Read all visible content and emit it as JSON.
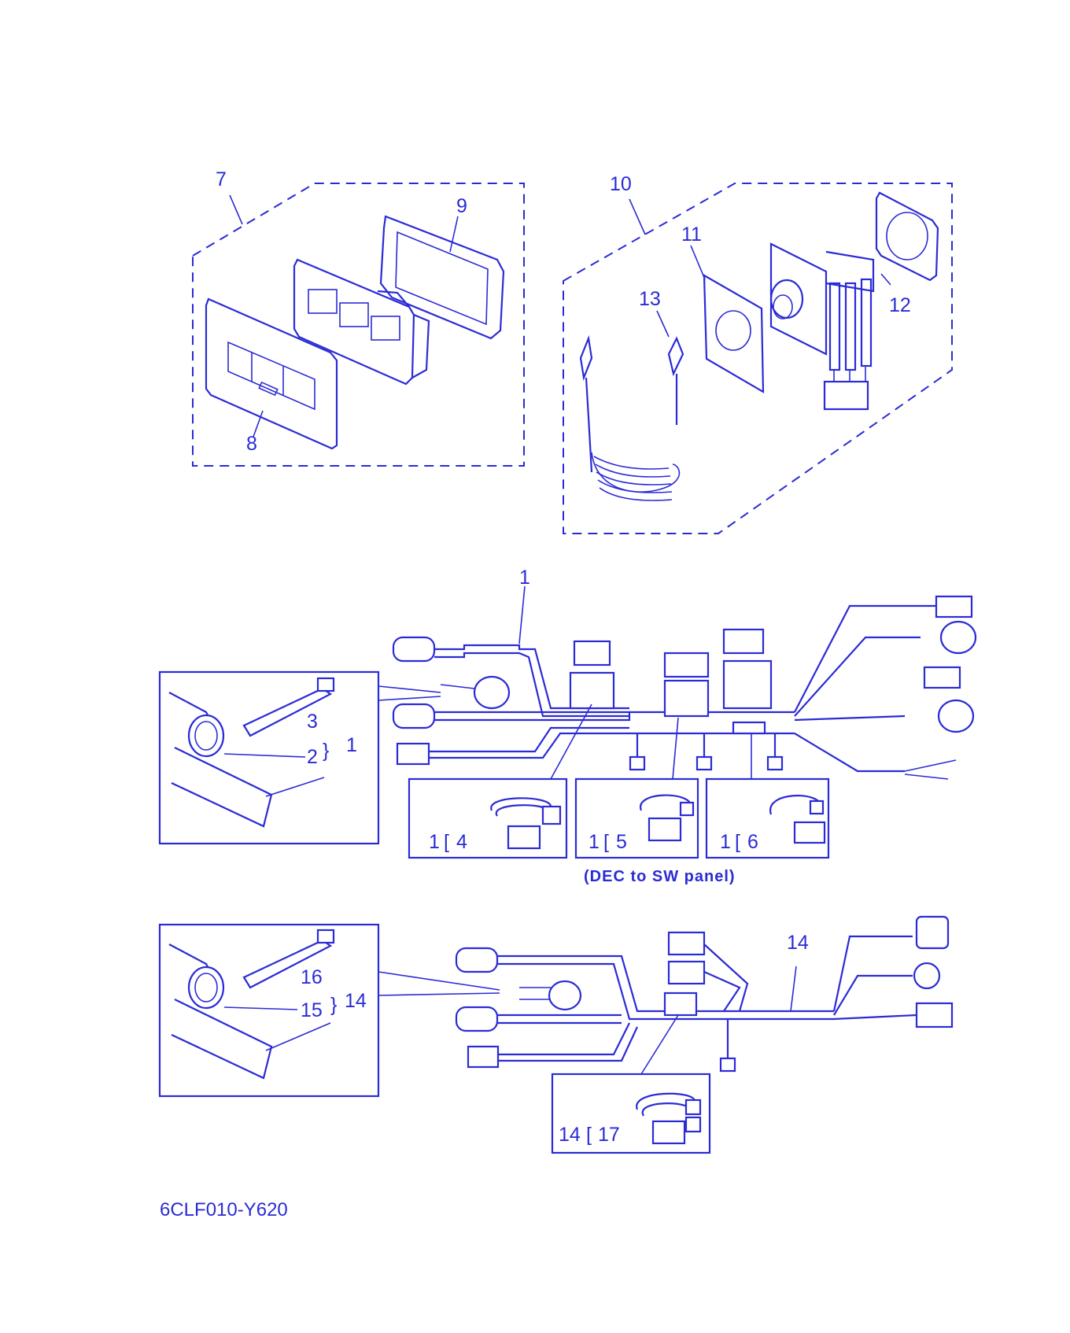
{
  "diagram": {
    "line_color": "#2b2bd6",
    "background": "#ffffff",
    "drawing_code": "6CLF010-Y620",
    "harness_caption": "(DEC to SW panel)",
    "callouts": {
      "c1_top": "1",
      "c1_inset": "1",
      "c2": "2",
      "c3": "3",
      "c4": "4",
      "c5": "5",
      "c6": "6",
      "c7": "7",
      "c8": "8",
      "c9": "9",
      "c10": "10",
      "c11": "11",
      "c12": "12",
      "c13": "13",
      "c14_main": "14",
      "c14_inset": "14",
      "c15": "15",
      "c16": "16",
      "c17": "17",
      "b1_4_prefix": "1",
      "b1_5_prefix": "1",
      "b1_6_prefix": "1",
      "b14_17_prefix": "14"
    }
  }
}
